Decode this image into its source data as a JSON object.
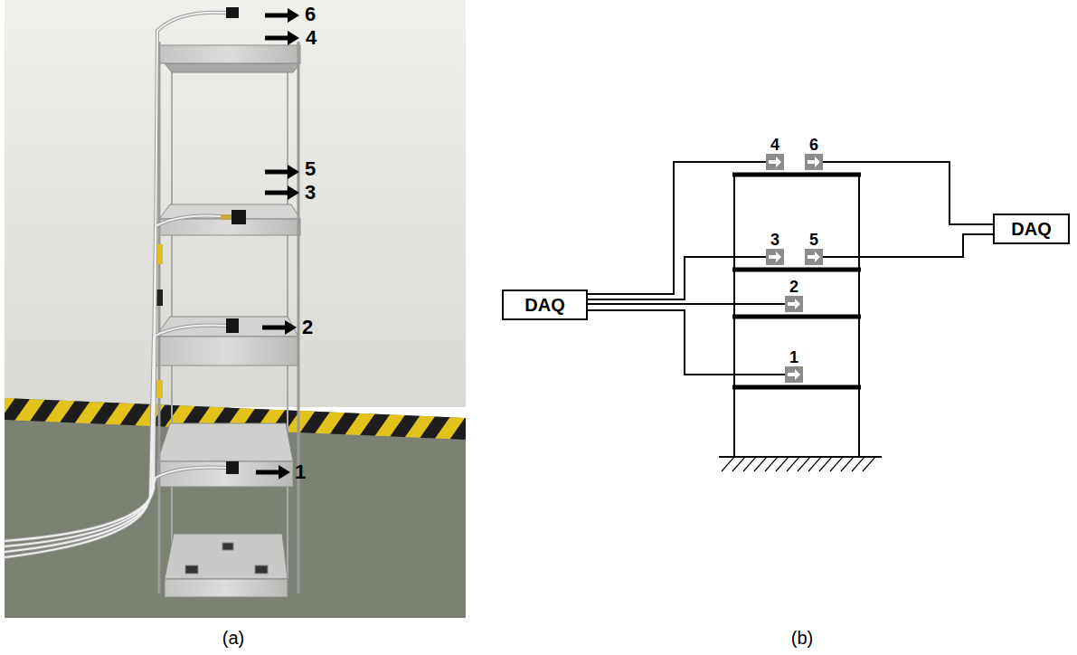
{
  "diagram": {
    "nodes": [
      {
        "text": [
          "4"
        ]
      },
      {
        "text": [
          "6"
        ]
      },
      {
        "text": [
          "3"
        ]
      },
      {
        "text": [
          "5"
        ]
      },
      {
        "text": [
          "DAQ"
        ]
      },
      {
        "text": [
          "DAQ"
        ]
      },
      {
        "text": [
          "2"
        ]
      },
      {
        "text": [
          "1"
        ]
      }
    ],
    "edges": [
      {
        "from": 5,
        "to": 0,
        "arrow": "none"
      },
      {
        "from": 5,
        "to": 2,
        "arrow": "none"
      },
      {
        "from": 5,
        "to": 6,
        "arrow": "none"
      },
      {
        "from": 5,
        "to": 7,
        "arrow": "none"
      },
      {
        "from": 4,
        "to": 1,
        "arrow": "none"
      },
      {
        "from": 4,
        "to": 3,
        "arrow": "none"
      }
    ],
    "labels": [
      "6",
      "4",
      "5",
      "3",
      "2",
      "1",
      "(a)",
      "(b)"
    ]
  }
}
